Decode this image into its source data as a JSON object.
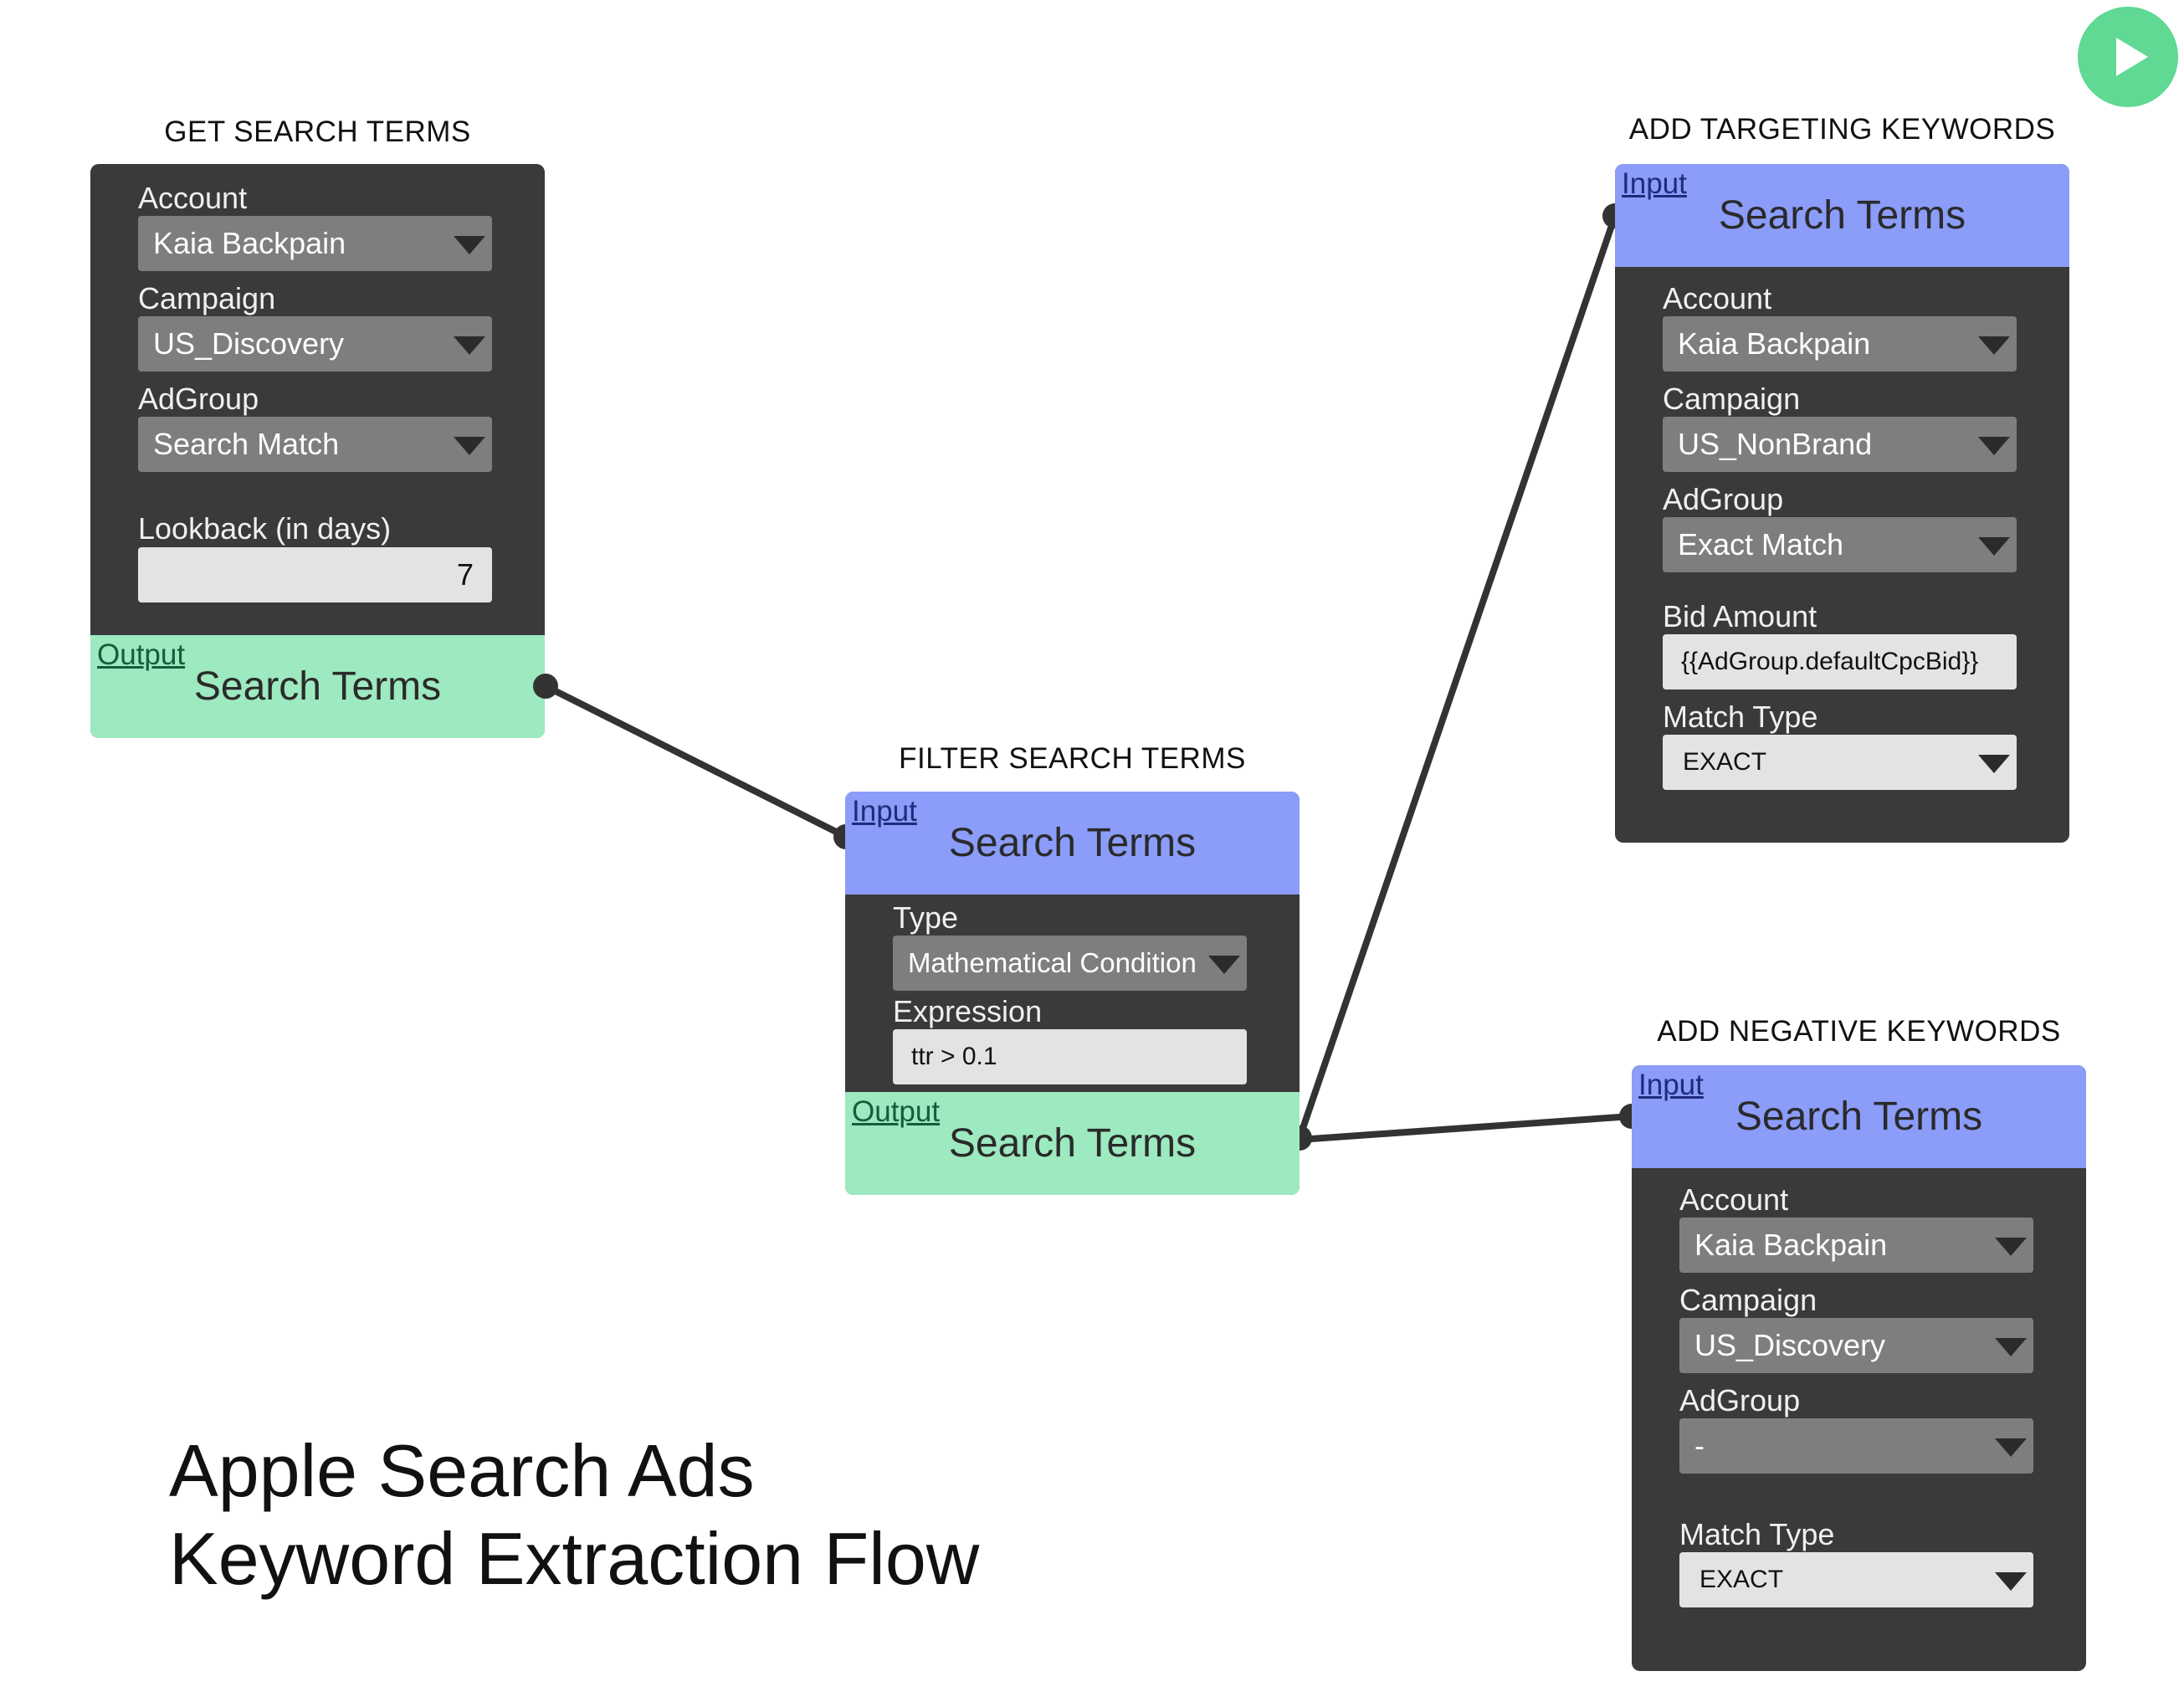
{
  "heading": {
    "line1": "Apple Search Ads",
    "line2": "Keyword Extraction Flow"
  },
  "run_button": {
    "icon": "play-icon",
    "color": "#5fd994"
  },
  "colors": {
    "node_body": "#3a3a3a",
    "input_port": "#8b9cf9",
    "output_port": "#9de9c0",
    "wire": "#333333"
  },
  "nodes": {
    "get_search_terms": {
      "title": "GET SEARCH TERMS",
      "account_label": "Account",
      "account_value": "Kaia Backpain",
      "campaign_label": "Campaign",
      "campaign_value": "US_Discovery",
      "adgroup_label": "AdGroup",
      "adgroup_value": "Search Match",
      "lookback_label": "Lookback (in days)",
      "lookback_value": "7",
      "output_label": "Output",
      "output_title": "Search Terms"
    },
    "filter_search_terms": {
      "title": "FILTER SEARCH TERMS",
      "input_label": "Input",
      "input_title": "Search Terms",
      "type_label": "Type",
      "type_value": "Mathematical Condition",
      "expression_label": "Expression",
      "expression_value": "ttr > 0.1",
      "output_label": "Output",
      "output_title": "Search Terms"
    },
    "add_targeting_keywords": {
      "title": "ADD TARGETING KEYWORDS",
      "input_label": "Input",
      "input_title": "Search Terms",
      "account_label": "Account",
      "account_value": "Kaia Backpain",
      "campaign_label": "Campaign",
      "campaign_value": "US_NonBrand",
      "adgroup_label": "AdGroup",
      "adgroup_value": "Exact Match",
      "bid_label": "Bid Amount",
      "bid_value": "{{AdGroup.defaultCpcBid}}",
      "match_type_label": "Match Type",
      "match_type_value": "EXACT"
    },
    "add_negative_keywords": {
      "title": "ADD NEGATIVE KEYWORDS",
      "input_label": "Input",
      "input_title": "Search Terms",
      "account_label": "Account",
      "account_value": "Kaia Backpain",
      "campaign_label": "Campaign",
      "campaign_value": "US_Discovery",
      "adgroup_label": "AdGroup",
      "adgroup_value": "-",
      "match_type_label": "Match Type",
      "match_type_value": "EXACT"
    }
  }
}
